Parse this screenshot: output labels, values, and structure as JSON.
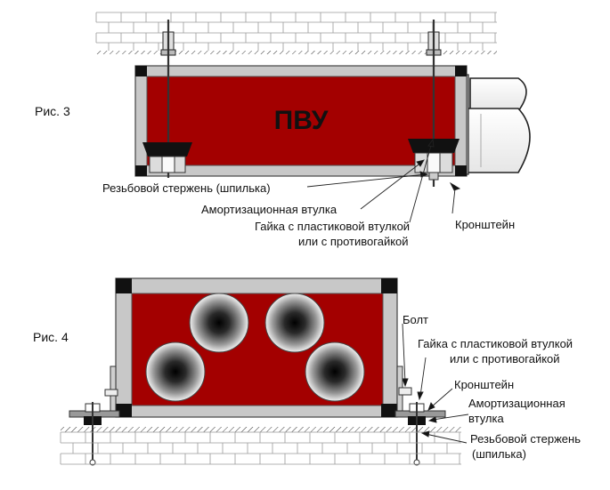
{
  "figure3": {
    "caption": "Рис. 3",
    "unit_label": "ПВУ",
    "labels": {
      "rod": "Резьбовой стержень (шпилька)",
      "bushing": "Амортизационная втулка",
      "nut_line1": "Гайка с пластиковой втулкой",
      "nut_line2": "или с противогайкой",
      "bracket": "Кронштейн"
    }
  },
  "figure4": {
    "caption": "Рис. 4",
    "labels": {
      "bolt": "Болт",
      "nut_line1": "Гайка с пластиковой втулкой",
      "nut_line2": "или с противогайкой",
      "bracket": "Кронштейн",
      "bushing_line1": "Амортизационная",
      "bushing_line2": "втулка",
      "rod_line1": "Резьбовой стержень",
      "rod_line2": "(шпилька)"
    }
  },
  "colors": {
    "unit_red": "#a30000",
    "frame_grey": "#c8c8c8",
    "corner_black": "#111111",
    "brick_line": "#9a9a9a"
  }
}
